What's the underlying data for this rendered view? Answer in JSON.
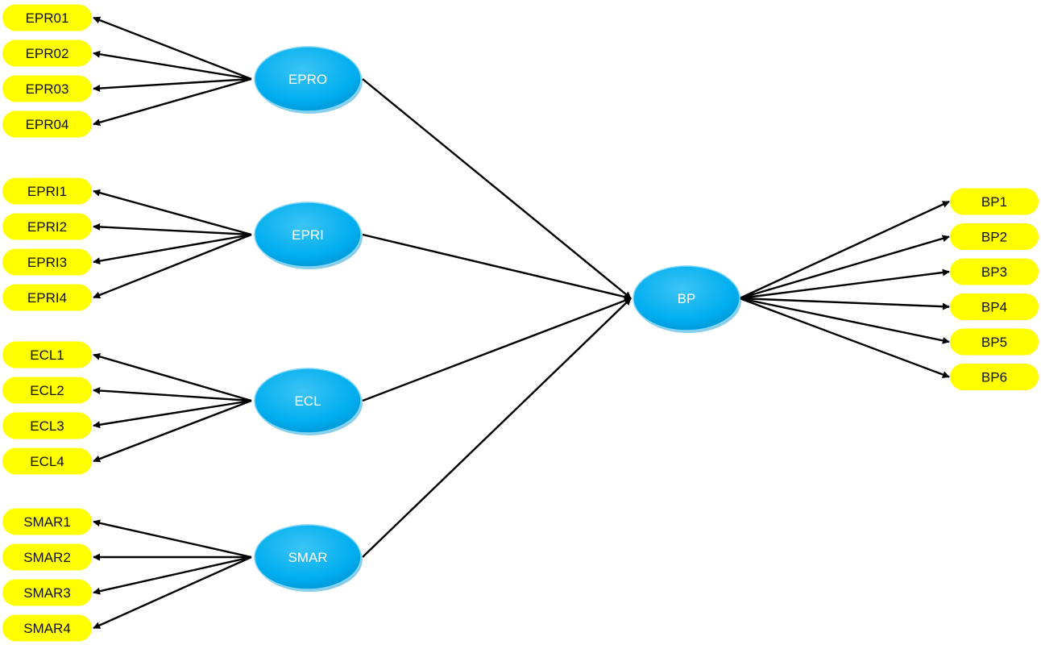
{
  "colors": {
    "indicator_fill": "#ffff00",
    "latent_fill": "#00aeef",
    "latent_shade": "#0090d0",
    "arrow": "#000000"
  },
  "latents": [
    {
      "id": "EPRO",
      "label": "EPRO"
    },
    {
      "id": "EPRI",
      "label": "EPRI"
    },
    {
      "id": "ECL",
      "label": "ECL"
    },
    {
      "id": "SMAR",
      "label": "SMAR"
    },
    {
      "id": "BP",
      "label": "BP"
    }
  ],
  "indicator_groups": [
    {
      "latent": "EPRO",
      "side": "left",
      "items": [
        "EPR01",
        "EPR02",
        "EPR03",
        "EPR04"
      ]
    },
    {
      "latent": "EPRI",
      "side": "left",
      "items": [
        "EPRI1",
        "EPRI2",
        "EPRI3",
        "EPRI4"
      ]
    },
    {
      "latent": "ECL",
      "side": "left",
      "items": [
        "ECL1",
        "ECL2",
        "ECL3",
        "ECL4"
      ]
    },
    {
      "latent": "SMAR",
      "side": "left",
      "items": [
        "SMAR1",
        "SMAR2",
        "SMAR3",
        "SMAR4"
      ]
    },
    {
      "latent": "BP",
      "side": "right",
      "items": [
        "BP1",
        "BP2",
        "BP3",
        "BP4",
        "BP5",
        "BP6"
      ]
    }
  ],
  "structural_paths": [
    {
      "from": "EPRO",
      "to": "BP"
    },
    {
      "from": "EPRI",
      "to": "BP"
    },
    {
      "from": "ECL",
      "to": "BP"
    },
    {
      "from": "SMAR",
      "to": "BP"
    }
  ]
}
